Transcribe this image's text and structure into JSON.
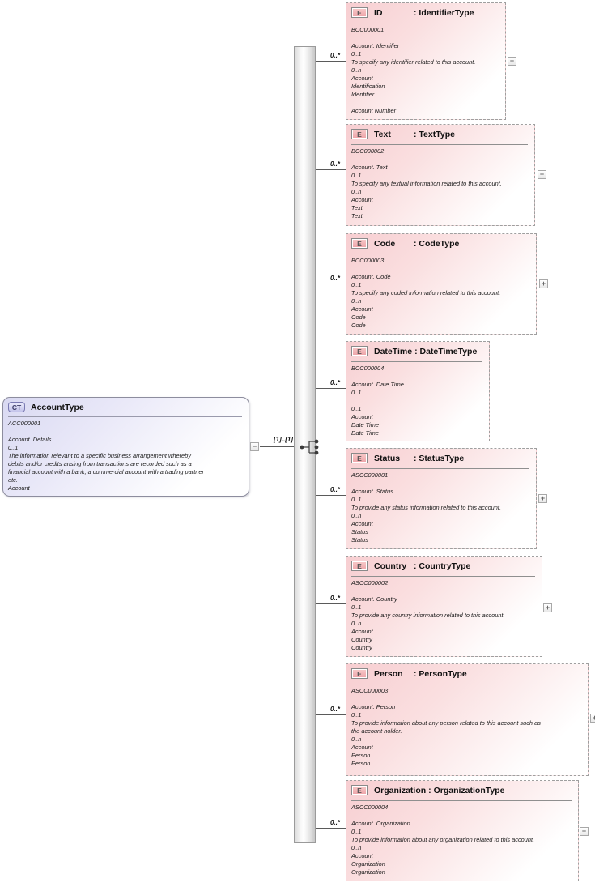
{
  "root_box": {
    "badge": "CT",
    "title": "AccountType",
    "body": "ACC000001\n\nAccount. Details\n0..1\nThe information relevant to a specific business arrangement whereby\ndebits and/or credits arising from transactions are recorded such as a\nfinancial account with a bank, a commercial account with a trading partner\netc.\nAccount",
    "collapse_glyph": "−",
    "cardinality": "[1]..[1]"
  },
  "colors": {
    "element_fill": "#f7ced1",
    "root_fill": "#d9d9f2",
    "badge_element": "#eda3a7",
    "badge_complextype": "#c3c3ea",
    "dashed_border": "#9f9f9f"
  },
  "elements": [
    {
      "badge": "E",
      "name": "ID",
      "type_suffix": ": IdentifierType",
      "cardinality": "0..*",
      "expand_glyph": "+",
      "body": "BCC000001\n\nAccount. Identifier\n0..1\nTo specify any identifier related to this account.\n0..n\nAccount\nIdentification\nIdentifier\n\nAccount Number"
    },
    {
      "badge": "E",
      "name": "Text",
      "type_suffix": ": TextType",
      "cardinality": "0..*",
      "expand_glyph": "+",
      "body": "BCC000002\n\nAccount. Text\n0..1\nTo specify any textual information related to this account.\n0..n\nAccount\nText\nText"
    },
    {
      "badge": "E",
      "name": "Code",
      "type_suffix": ": CodeType",
      "cardinality": "0..*",
      "expand_glyph": "+",
      "body": "BCC000003\n\nAccount. Code\n0..1\nTo specify any coded information related to this account.\n0..n\nAccount\nCode\nCode"
    },
    {
      "badge": "E",
      "name": "DateTime",
      "type_suffix": ": DateTimeType",
      "cardinality": "0..*",
      "expand_glyph": null,
      "body": "BCC000004\n\nAccount. Date Time\n0..1\n\n0..1\nAccount\nDate Time\nDate Time"
    },
    {
      "badge": "E",
      "name": "Status",
      "type_suffix": ": StatusType",
      "cardinality": "0..*",
      "expand_glyph": "+",
      "body": "ASCC000001\n\nAccount. Status\n0..1\nTo provide any status information related to this account.\n0..n\nAccount\nStatus\nStatus"
    },
    {
      "badge": "E",
      "name": "Country",
      "type_suffix": ": CountryType",
      "cardinality": "0..*",
      "expand_glyph": "+",
      "body": "ASCC000002\n\nAccount. Country\n0..1\nTo provide any country information related to this account.\n0..n\nAccount\nCountry\nCountry"
    },
    {
      "badge": "E",
      "name": "Person",
      "type_suffix": ": PersonType",
      "cardinality": "0..*",
      "expand_glyph": "+",
      "body": "ASCC000003\n\nAccount. Person\n0..1\nTo provide information about any person related to this account such as\nthe account holder.\n0..n\nAccount\nPerson\nPerson"
    },
    {
      "badge": "E",
      "name": "Organization",
      "type_suffix": ": OrganizationType",
      "cardinality": "0..*",
      "expand_glyph": "+",
      "body": "ASCC000004\n\nAccount. Organization\n0..1\nTo provide information about any organization related to this account.\n0..n\nAccount\nOrganization\nOrganization"
    }
  ]
}
